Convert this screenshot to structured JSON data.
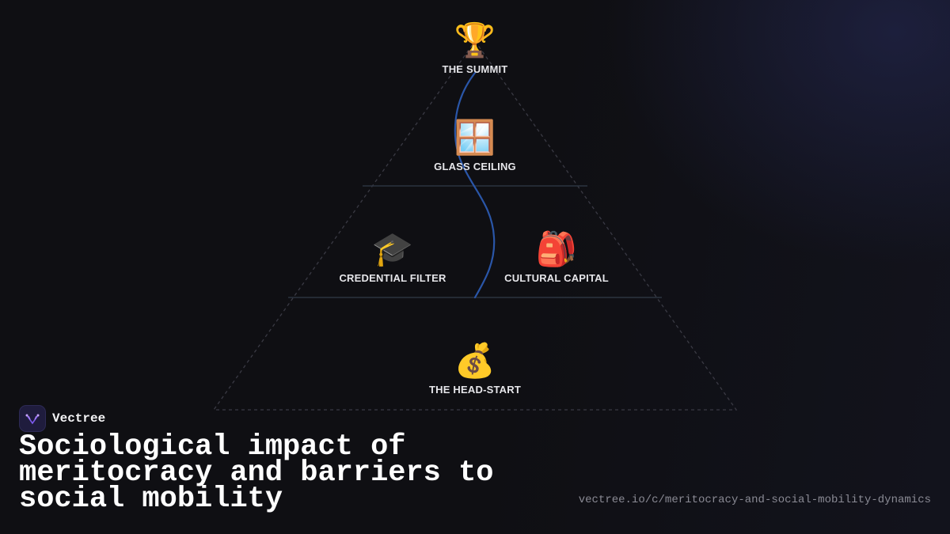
{
  "nodes": [
    {
      "id": "summit",
      "label": "THE SUMMIT",
      "icon": "trophy-icon",
      "glyph": "🏆"
    },
    {
      "id": "glass-ceiling",
      "label": "GLASS CEILING",
      "icon": "window-icon",
      "glyph": "🪟"
    },
    {
      "id": "credential-filter",
      "label": "CREDENTIAL FILTER",
      "icon": "graduation-cap-icon",
      "glyph": "🎓"
    },
    {
      "id": "cultural-capital",
      "label": "CULTURAL CAPITAL",
      "icon": "backpack-icon",
      "glyph": "🎒"
    },
    {
      "id": "head-start",
      "label": "THE HEAD-START",
      "icon": "money-bag-icon",
      "glyph": "💰"
    }
  ],
  "brand": {
    "name": "Vectree",
    "icon": "vectree-logo-icon"
  },
  "title": "Sociological impact of meritocracy and barriers to social mobility",
  "url": "vectree.io/c/meritocracy-and-social-mobility-dynamics",
  "colors": {
    "background": "#0f0f13",
    "pyramid_outline": "#3a3a44",
    "tier_divider": "#2c3440",
    "path_curve": "#2a56a8",
    "label": "#e6e6ea",
    "url": "#8a8a94"
  }
}
